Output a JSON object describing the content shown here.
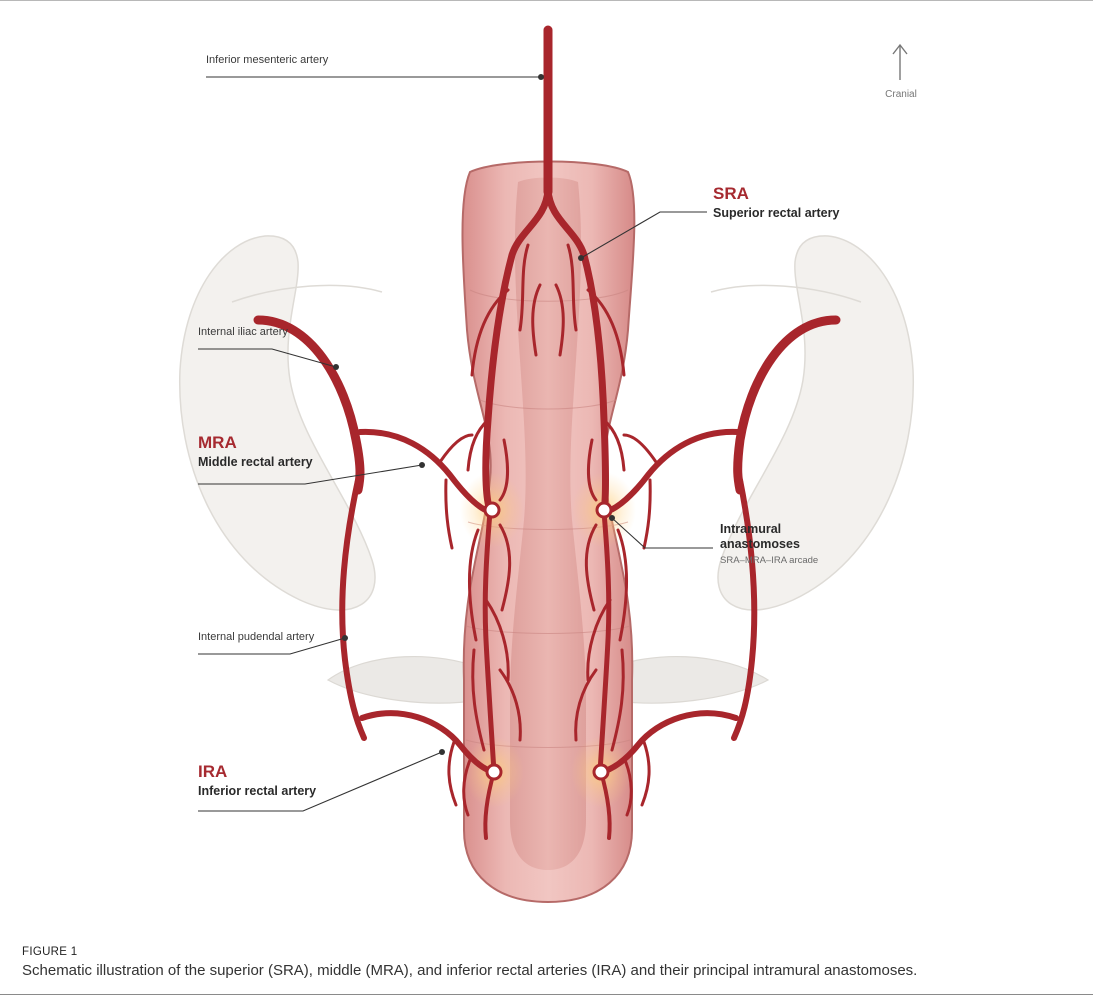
{
  "labels": {
    "ima": "Inferior mesenteric artery",
    "cranial": "Cranial",
    "sra_abbr": "SRA",
    "sra_full": "Superior rectal artery",
    "iia": "Internal iliac artery",
    "mra_abbr": "MRA",
    "mra_full": "Middle rectal artery",
    "intramural_line1": "Intramural",
    "intramural_line2": "anastomoses",
    "intramural_sub": "SRA–MRA–IRA arcade",
    "ipa": "Internal pudendal artery",
    "ira_abbr": "IRA",
    "ira_full": "Inferior rectal artery"
  },
  "caption": {
    "heading": "FIGURE 1",
    "text": "Schematic illustration of the superior (SRA), middle (MRA), and inferior rectal arteries (IRA) and their principal intramural anastomoses."
  },
  "colors": {
    "artery": "#a8262c",
    "rectum": "#e3a6a3",
    "pelvis": "#f1efec",
    "accent_text": "#a62a30"
  },
  "icons": {
    "cranial_arrow": "arrow-up-icon"
  }
}
